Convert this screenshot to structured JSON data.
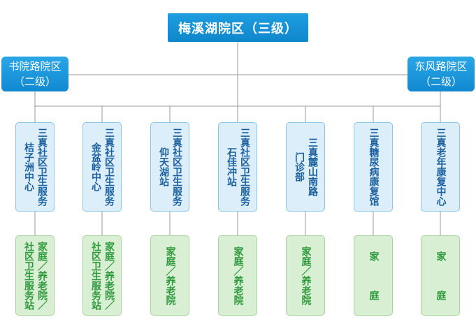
{
  "root": {
    "label": "梅溪湖院区（三级）"
  },
  "districts": [
    {
      "name": "书院路院区",
      "level": "（二级）"
    },
    {
      "name": "东风路院区",
      "level": "（二级）"
    }
  ],
  "centers": [
    {
      "cols": [
        "三真社区卫生服务",
        "桔子洲中心"
      ]
    },
    {
      "cols": [
        "三真社区卫生服务",
        "金盆岭中心"
      ]
    },
    {
      "cols": [
        "三真社区卫生服务",
        "仰天湖站"
      ]
    },
    {
      "cols": [
        "三真社区卫生服务",
        "石佳冲站"
      ]
    },
    {
      "cols": [
        "三真麓山南路",
        "门诊部"
      ]
    },
    {
      "cols": [
        "三真糖尿病康复馆"
      ]
    },
    {
      "cols": [
        "三真老年康复中心"
      ]
    }
  ],
  "homes": [
    {
      "cols": [
        "家庭／养老院／",
        "社区卫生服务站"
      ]
    },
    {
      "cols": [
        "家庭／养老院／",
        "社区卫生服务站"
      ]
    },
    {
      "cols": [
        "家庭／养老院"
      ]
    },
    {
      "cols": [
        "家庭／养老院"
      ]
    },
    {
      "cols": [
        "家庭／养老院"
      ]
    },
    {
      "cols": [
        "家　　　庭"
      ]
    },
    {
      "cols": [
        "家　　　庭"
      ]
    }
  ],
  "colors": {
    "primary": "#1189d2",
    "center_bg": "#ddeefb",
    "center_text": "#1a5f9e",
    "home_bg": "#d9efd4",
    "home_text": "#2f9a3c",
    "line": "#9a9a9a"
  }
}
